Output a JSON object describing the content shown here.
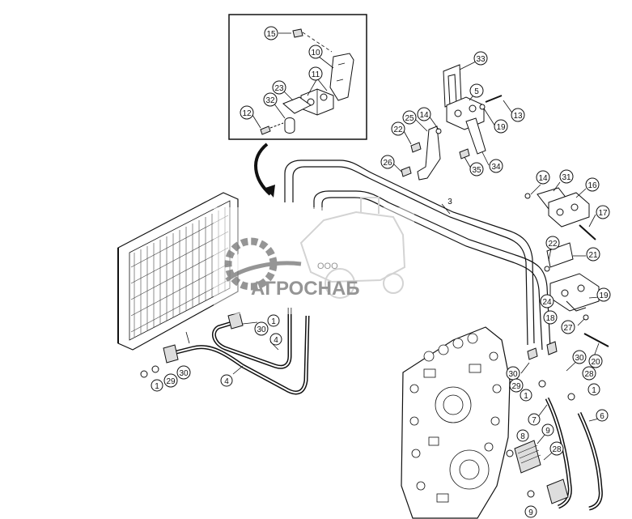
{
  "watermark": {
    "company_prefix": "ООО",
    "company_name": "АГРОСНАБ"
  },
  "callouts": {
    "c15": "15",
    "c10": "10",
    "c11": "11",
    "c23": "23",
    "c32": "32",
    "c12": "12",
    "c33": "33",
    "c5": "5",
    "c13": "13",
    "c14a": "14",
    "c25": "25",
    "c22a": "22",
    "c19a": "19",
    "c35": "35",
    "c34": "34",
    "c26": "26",
    "c3": "3",
    "c14b": "14",
    "c31": "31",
    "c16": "16",
    "c17": "17",
    "c22b": "22",
    "c21": "21",
    "c24": "24",
    "c19b": "19",
    "c18": "18",
    "c27": "27",
    "c20": "20",
    "c1a": "1",
    "c30a": "30",
    "c4a": "4",
    "c4b": "4",
    "c1b": "1",
    "c29a": "29",
    "c30b": "30",
    "c30c": "30",
    "c29b": "29",
    "c1c": "1",
    "c7": "7",
    "c8": "8",
    "c9a": "9",
    "c28a": "28",
    "c9b": "9",
    "c30d": "30",
    "c28b": "28",
    "c1d": "1",
    "c6": "6"
  },
  "colors": {
    "line": "#111111",
    "watermark_gray": "#8a8a8a",
    "watermark_light": "#cfcfcf"
  }
}
